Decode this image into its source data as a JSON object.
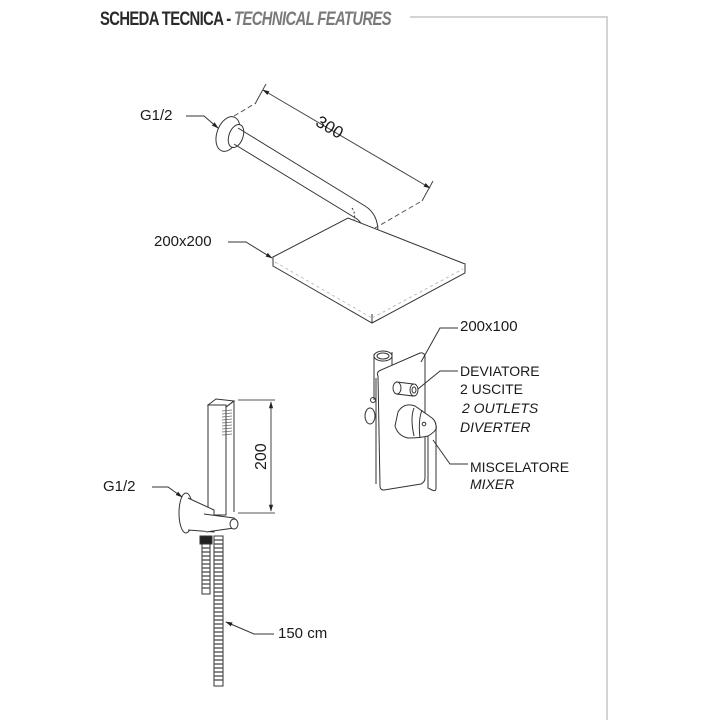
{
  "header": {
    "title_it": "SCHEDA TECNICA",
    "separator": " - ",
    "title_en": "TECHNICAL FEATURES"
  },
  "head_shower": {
    "arm_connection": "G1/2",
    "arm_length": "300",
    "head_size": "200x200"
  },
  "mixer_plate": {
    "plate_size": "200x100",
    "diverter_it_1": "DEVIATORE",
    "diverter_it_2": "2 USCITE",
    "diverter_en_1": "2 OUTLETS",
    "diverter_en_2": "DIVERTER",
    "mixer_it": "MISCELATORE",
    "mixer_en": "MIXER"
  },
  "hand_shower": {
    "connection": "G1/2",
    "height": "200",
    "hose_length": "150 cm"
  },
  "colors": {
    "line": "#333333",
    "frame": "#d4d4d4",
    "title_dark": "#2a2a2a",
    "title_light": "#7a7a7a"
  }
}
